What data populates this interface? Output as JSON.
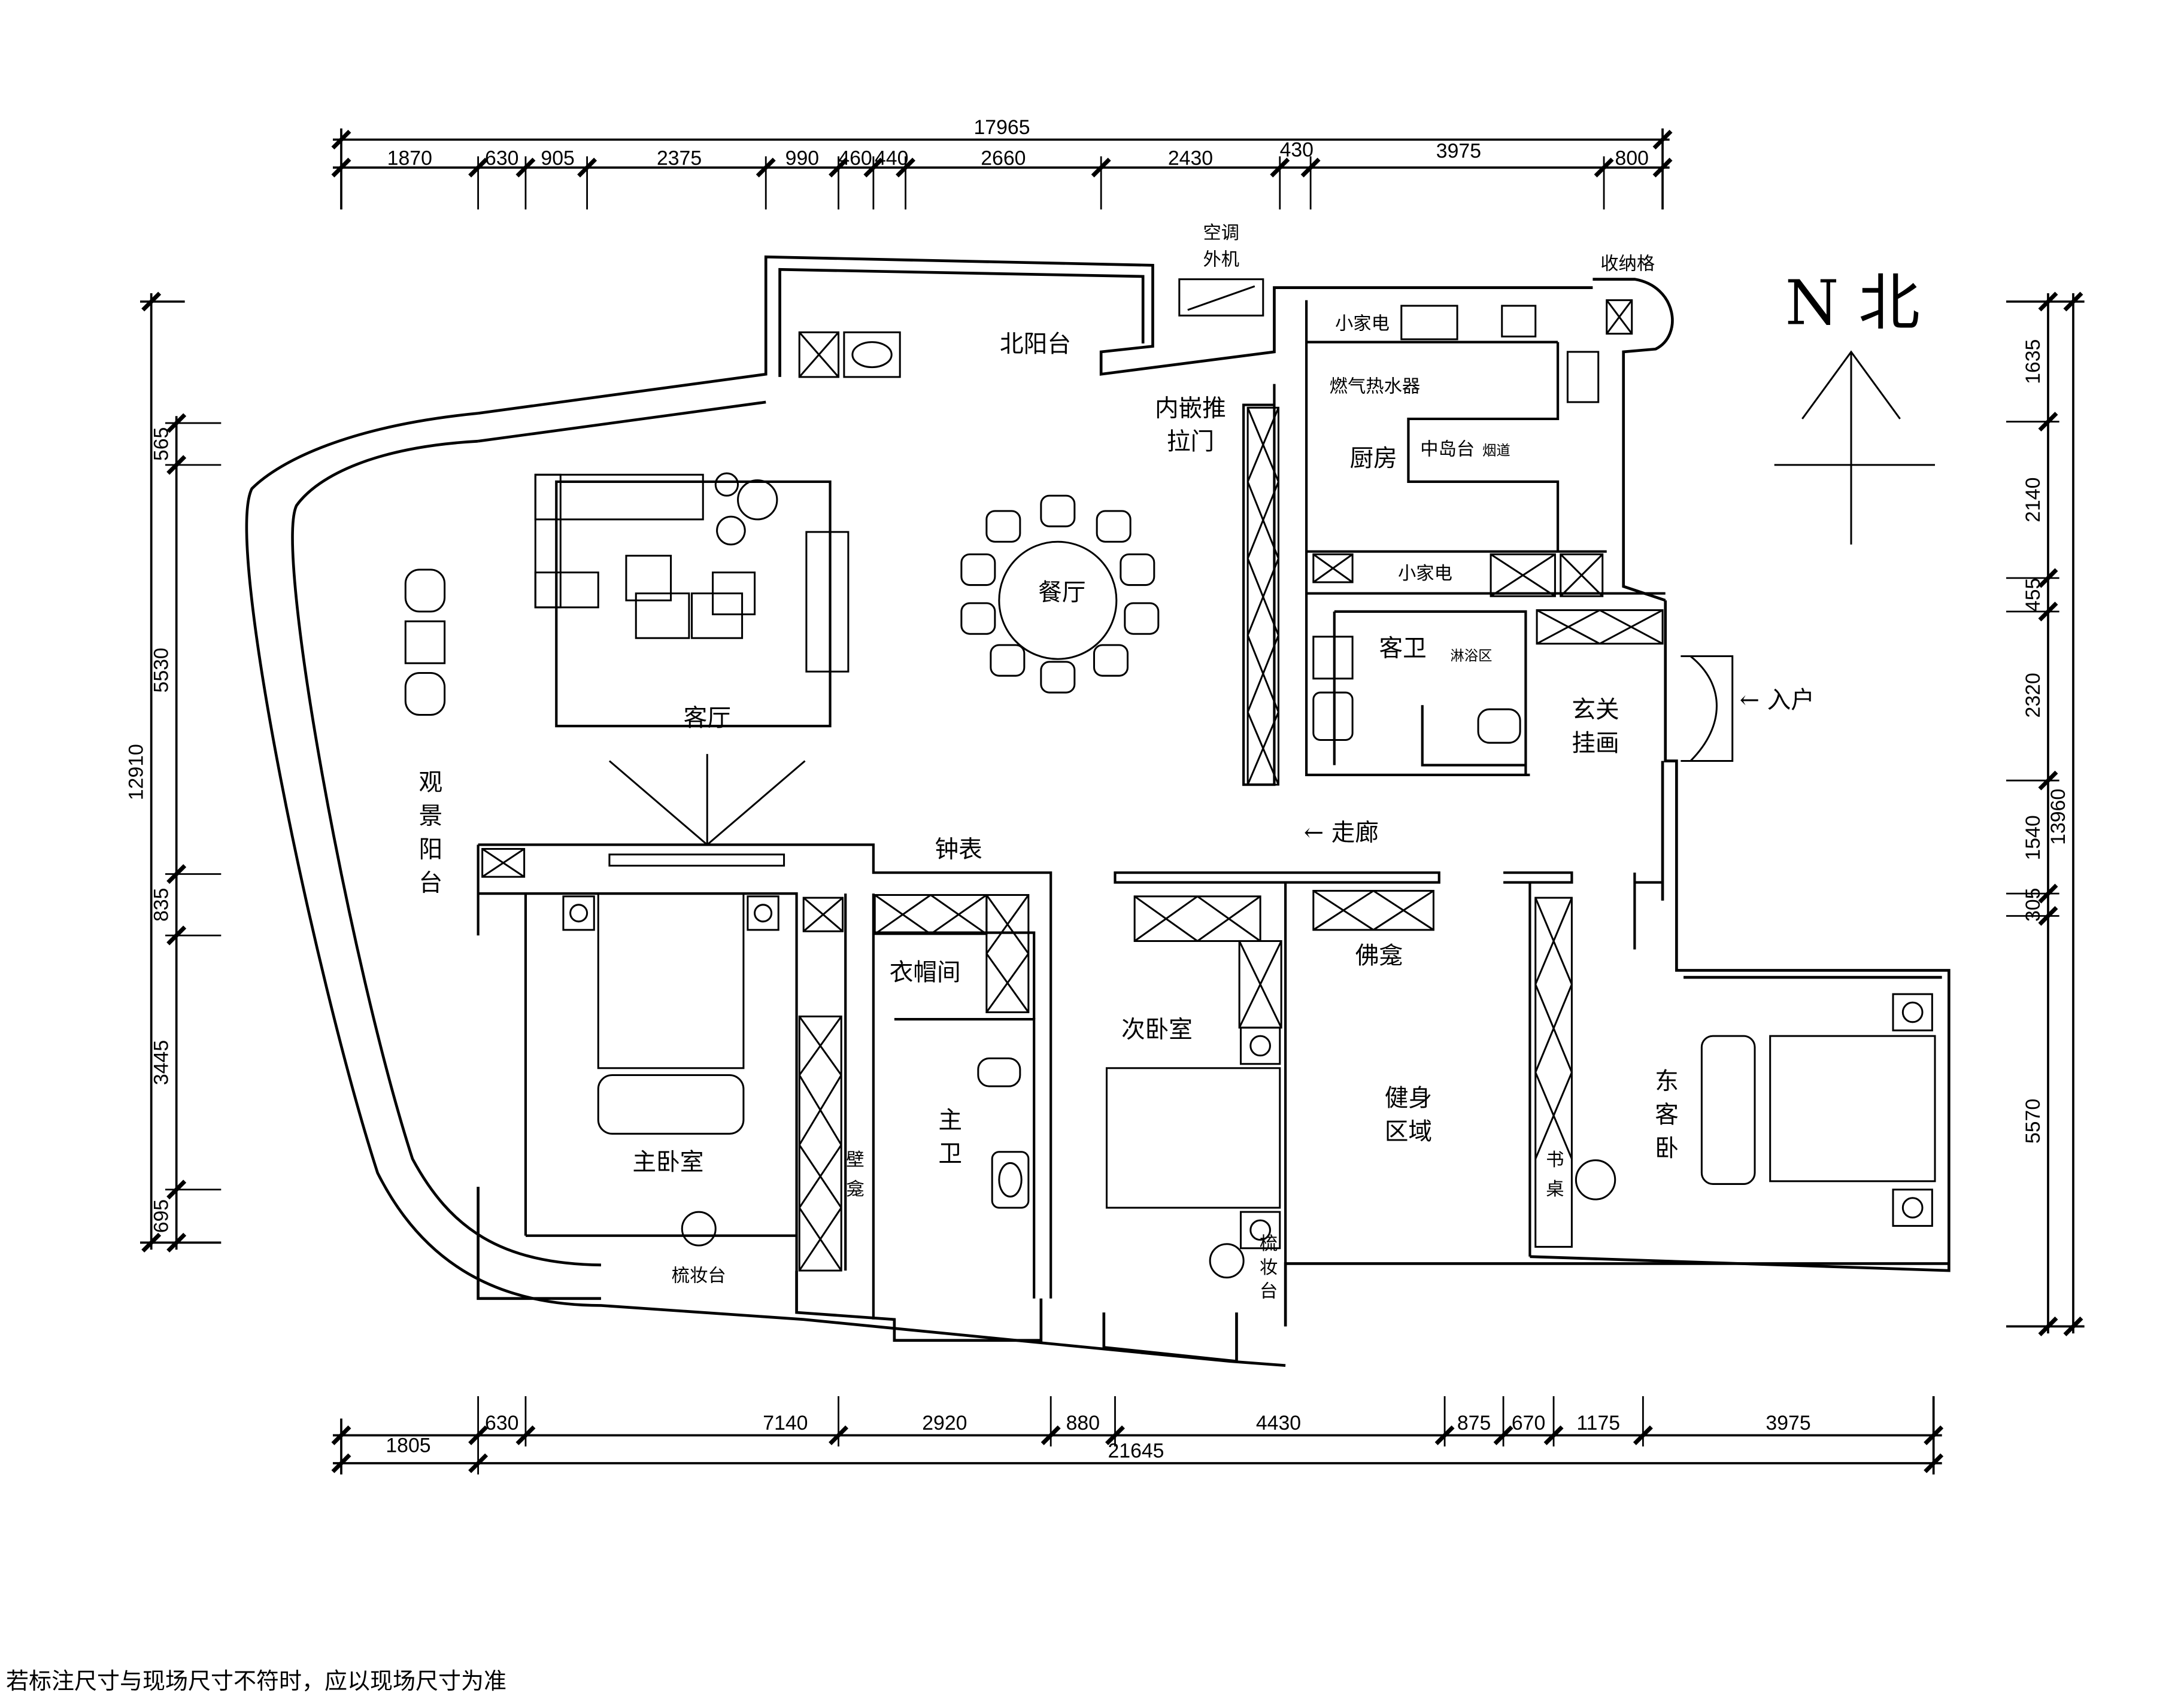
{
  "dimensions": {
    "top_total": "17965",
    "top": [
      "1870",
      "630",
      "905",
      "2375",
      "990",
      "460",
      "440",
      "2660",
      "2430",
      "430",
      "3975",
      "800"
    ],
    "bottom_total": "21645",
    "bottom": [
      "1805",
      "630",
      "7140",
      "2920",
      "880",
      "4430",
      "875",
      "670",
      "1175",
      "3975"
    ],
    "left_total": "12910",
    "left": [
      "565",
      "5530",
      "835",
      "3445",
      "695"
    ],
    "right_total": "13960",
    "right": [
      "1635",
      "2140",
      "455",
      "2320",
      "1540",
      "305",
      "5570"
    ]
  },
  "rooms": {
    "living": "客厅",
    "dining": "餐厅",
    "kitchen": "厨房",
    "guest_bath": "客卫",
    "foyer": [
      "玄关",
      "挂画"
    ],
    "corridor": "← 走廊",
    "entry": "← 入户",
    "master_bedroom": "主卧室",
    "cloakroom": "衣帽间",
    "master_bath": [
      "主",
      "卫"
    ],
    "second_bedroom": "次卧室",
    "buddha_niche": "佛龛",
    "gym": [
      "健身",
      "区域"
    ],
    "east_guest": [
      "东",
      "客",
      "卧"
    ],
    "north_balcony": "北阳台",
    "view_balcony": [
      "观",
      "景",
      "阳",
      "台"
    ]
  },
  "labels": {
    "ac_unit": [
      "空调",
      "外机"
    ],
    "storage": "收纳格",
    "appliance_top": "小家电",
    "appliance_bottom": "小家电",
    "water_heater": "燃气热水器",
    "island": "中岛台",
    "flue": "烟道",
    "pocket_door": [
      "内嵌推",
      "拉门"
    ],
    "shower": "淋浴区",
    "clock": "钟表",
    "wall_niche": [
      "壁",
      "龛"
    ],
    "vanity_master": "梳妆台",
    "vanity_second": [
      "梳",
      "妆",
      "台"
    ],
    "desk": [
      "书",
      "桌"
    ]
  },
  "compass": {
    "label": "N 北"
  },
  "footer": {
    "note": "若标注尺寸与现场尺寸不符时，应以现场尺寸为准"
  }
}
